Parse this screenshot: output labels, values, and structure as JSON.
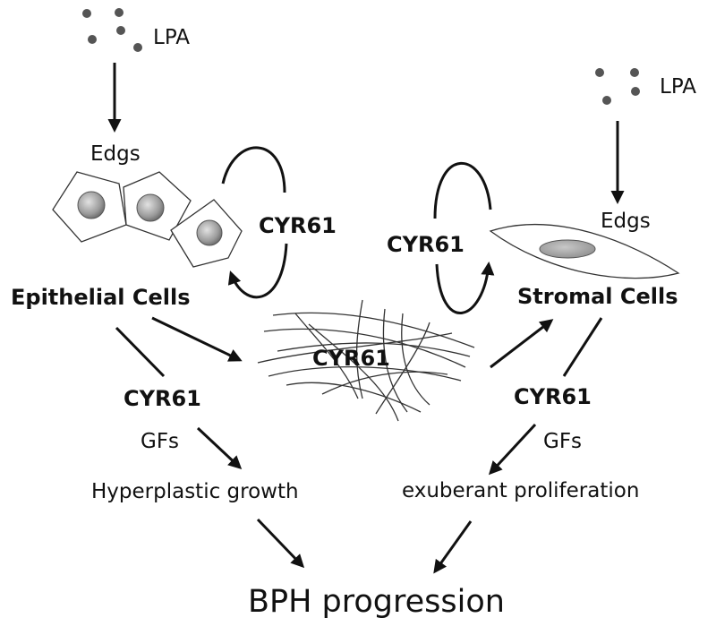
{
  "labels": {
    "lpa_left": "LPA",
    "lpa_right": "LPA",
    "edgs_left": "Edgs",
    "edgs_right": "Edgs",
    "cyr61_epithelial_loop": "CYR61",
    "cyr61_stromal_loop": "CYR61",
    "cyr61_matrix": "CYR61",
    "cyr61_left_branch": "CYR61",
    "cyr61_right_branch": "CYR61",
    "epithelial_cells": "Epithelial Cells",
    "stromal_cells": "Stromal Cells",
    "gfs_left": "GFs",
    "gfs_right": "GFs",
    "hyperplastic_growth": "Hyperplastic growth",
    "exuberant_proliferation": "exuberant proliferation",
    "bph_progression": "BPH progression"
  },
  "colors": {
    "line": "#111111",
    "dot": "#555555",
    "nucleus_fill": "#999999",
    "background": "#ffffff"
  }
}
